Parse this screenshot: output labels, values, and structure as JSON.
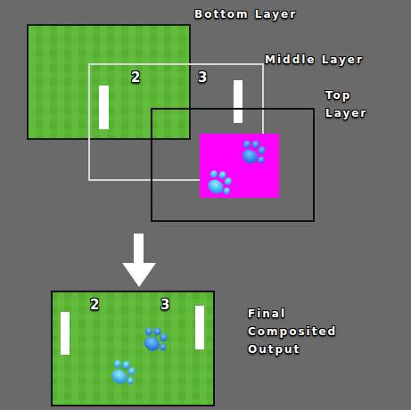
{
  "diagram": {
    "labels": [
      "Bottom Layer",
      "Middle Layer",
      "Top Layer",
      "2",
      "3",
      "Final Composited Output",
      "2",
      "3"
    ]
  }
}
